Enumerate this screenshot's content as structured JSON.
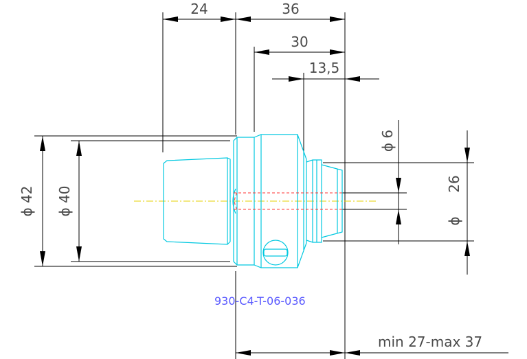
{
  "part_number": "930-C4-T-06-036",
  "dimensions": {
    "d24": "24",
    "d36": "36",
    "d30": "30",
    "d13_5": "13,5",
    "phi42": "ϕ 42",
    "phi40": "ϕ 40",
    "phi6": "ϕ 6",
    "d26": "26",
    "phi_small": "ϕ",
    "range": "min 27-max 37"
  },
  "colors": {
    "part_outline": "#00c8e0",
    "dimension_lines": "#000000",
    "dimension_text": "#4a4a4a",
    "centerline": "#e6d200",
    "hidden_lines": "#ff3030",
    "label": "#5a5aff"
  }
}
